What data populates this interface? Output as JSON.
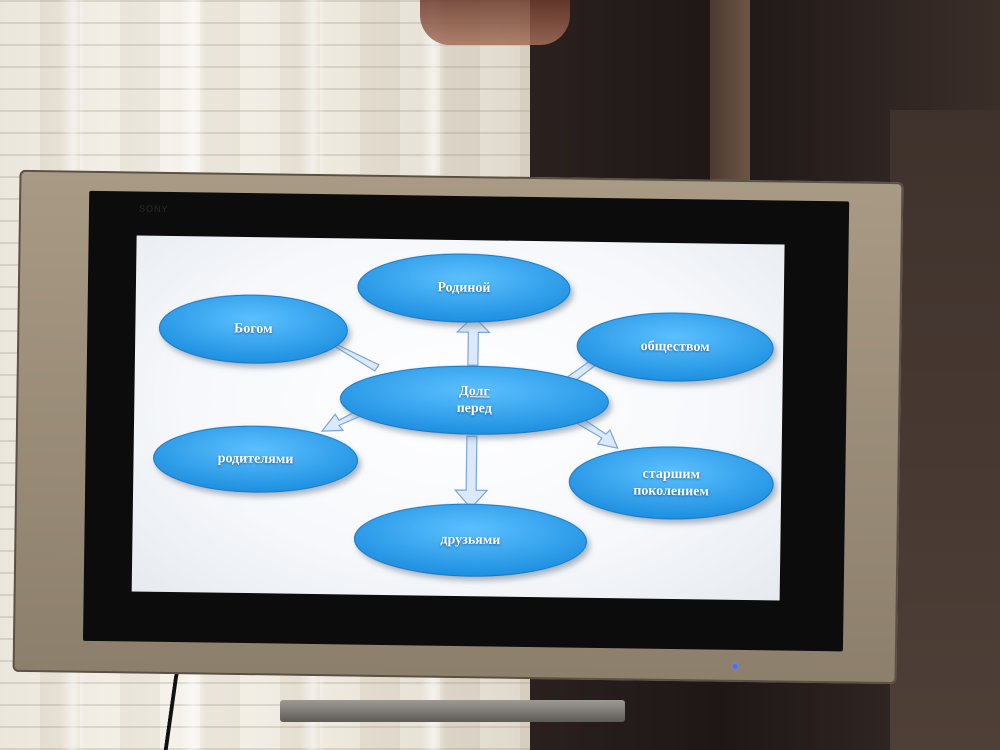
{
  "diagram": {
    "center": {
      "line1": "Долг",
      "line2": "перед"
    },
    "nodes": {
      "top": "Родиной",
      "top_left": "Богом",
      "top_right": "обществом",
      "bottom_left": "родителями",
      "bottom_right_line1": "старшим",
      "bottom_right_line2": "поколением",
      "bottom": "друзьями"
    },
    "colors": {
      "ellipse": "#1d8fe0",
      "ellipse_light": "#5cc0ff",
      "arrow_fill": "#dbe9f8",
      "arrow_stroke": "#7aa6d6"
    }
  },
  "tv": {
    "brand": "SONY"
  }
}
